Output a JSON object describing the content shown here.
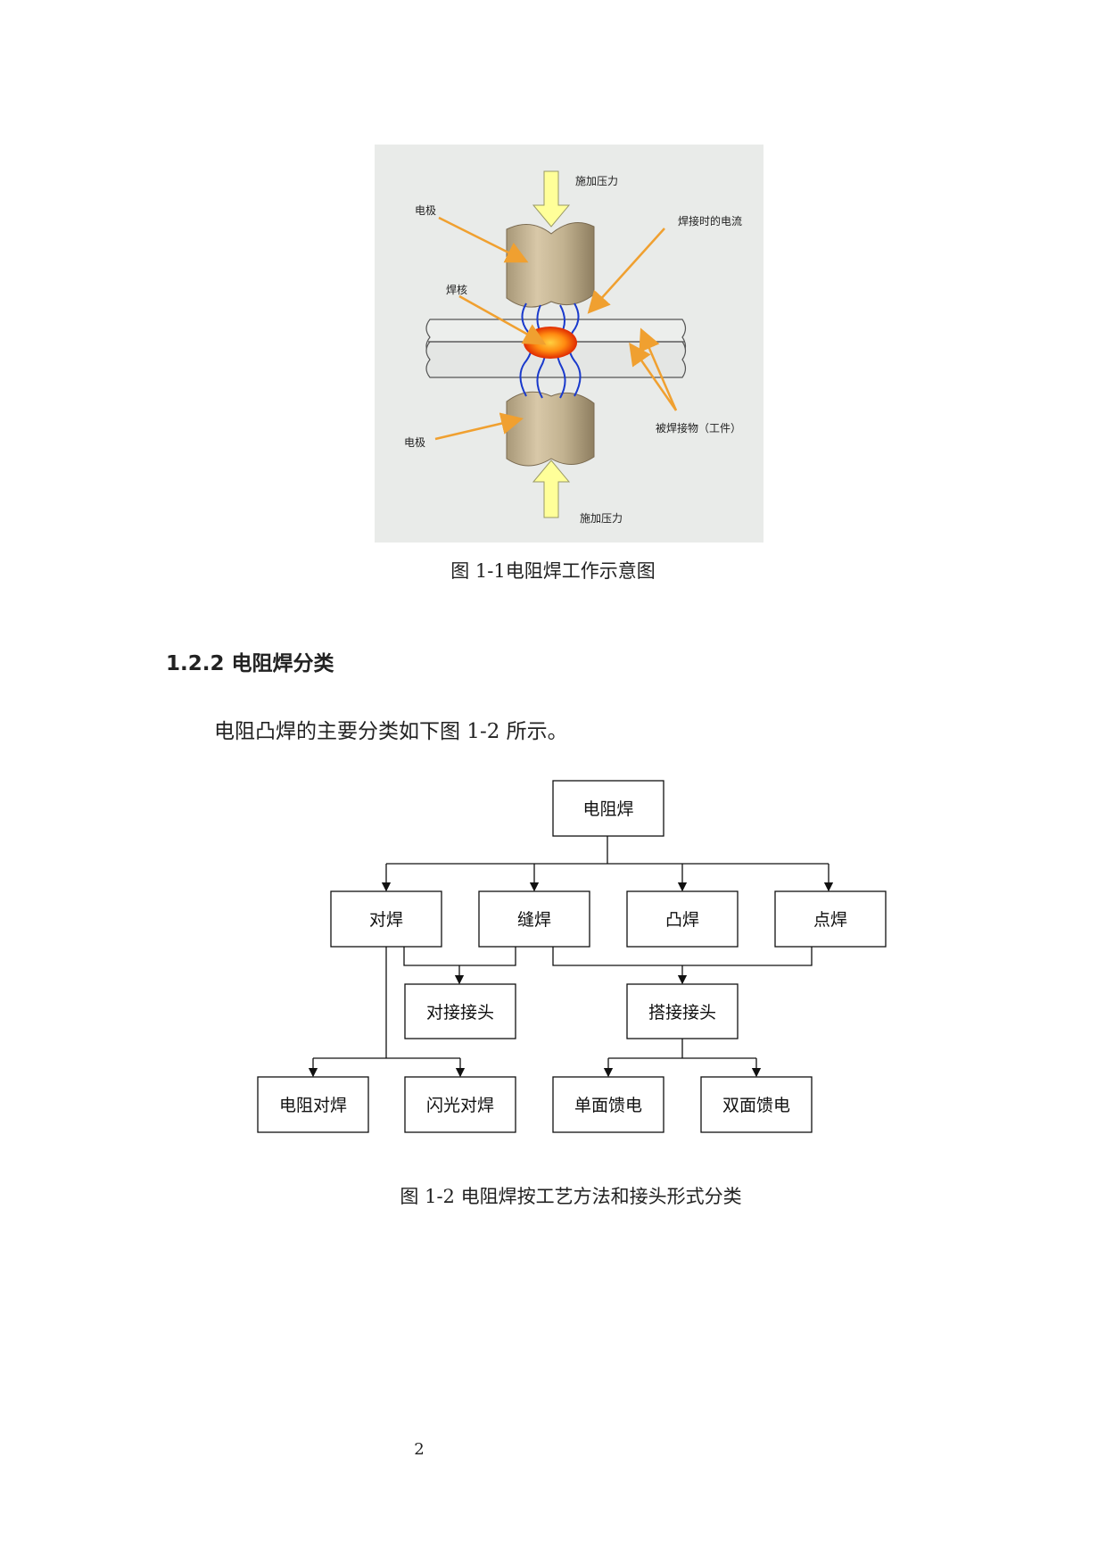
{
  "figure1": {
    "labels": {
      "pressure_top": "施加压力",
      "electrode_top": "电极",
      "current": "焊接时的电流",
      "nugget": "焊核",
      "workpiece": "被焊接物（工件）",
      "electrode_bottom": "电极",
      "pressure_bottom": "施加压力"
    },
    "caption": "图  1-1电阻焊工作示意图"
  },
  "section": {
    "heading": "1.2.2 电阻焊分类",
    "paragraph": "电阻凸焊的主要分类如下图 1-2 所示。"
  },
  "figure2": {
    "root": "电阻焊",
    "level1": [
      "对焊",
      "缝焊",
      "凸焊",
      "点焊"
    ],
    "joints": [
      "对接接头",
      "搭接接头"
    ],
    "leaves": [
      "电阻对焊",
      "闪光对焊",
      "单面馈电",
      "双面馈电"
    ],
    "caption": "图  1-2 电阻焊按工艺方法和接头形式分类"
  },
  "page_number": "2"
}
